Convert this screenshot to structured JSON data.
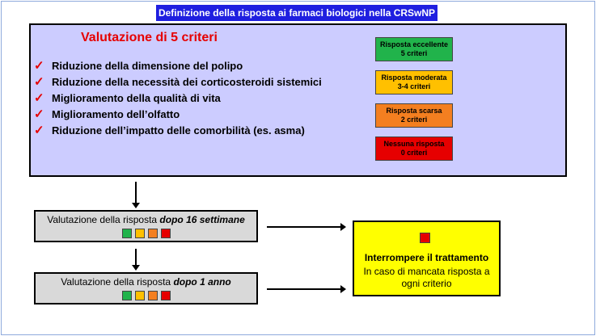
{
  "title": "Definizione della risposta ai farmaci biologici nella CRSwNP",
  "criteria_panel": {
    "heading": "Valutazione di 5 criteri",
    "check_symbol": "✓",
    "criteria": [
      "Riduzione della dimensione del polipo",
      "Riduzione della necessità dei corticosteroidi sistemici",
      "Miglioramento della qualità di vita",
      "Miglioramento dell’olfatto",
      "Riduzione dell’impatto delle comorbilità (es. asma)"
    ]
  },
  "legend": [
    {
      "label": "Risposta eccellente",
      "criteria": "5 criteri",
      "color": "#21b34b"
    },
    {
      "label": "Risposta moderata",
      "criteria": "3-4 criteri",
      "color": "#ffc000"
    },
    {
      "label": "Risposta scarsa",
      "criteria": "2 criteri",
      "color": "#f47f20"
    },
    {
      "label": "Nessuna risposta",
      "criteria": "0 criteri",
      "color": "#e60000"
    }
  ],
  "evaluations": [
    {
      "prefix": "Valutazione della risposta ",
      "emphasis": "dopo 16 settimane"
    },
    {
      "prefix": "Valutazione della risposta ",
      "emphasis": "dopo 1 anno"
    }
  ],
  "square_colors": [
    "#21b34b",
    "#ffc000",
    "#f47f20",
    "#e60000"
  ],
  "outcome": {
    "title": "Interrompere il trattamento",
    "description": "In caso di mancata risposta a ogni criterio",
    "color": "#ffff00",
    "marker_color": "#e60000"
  }
}
